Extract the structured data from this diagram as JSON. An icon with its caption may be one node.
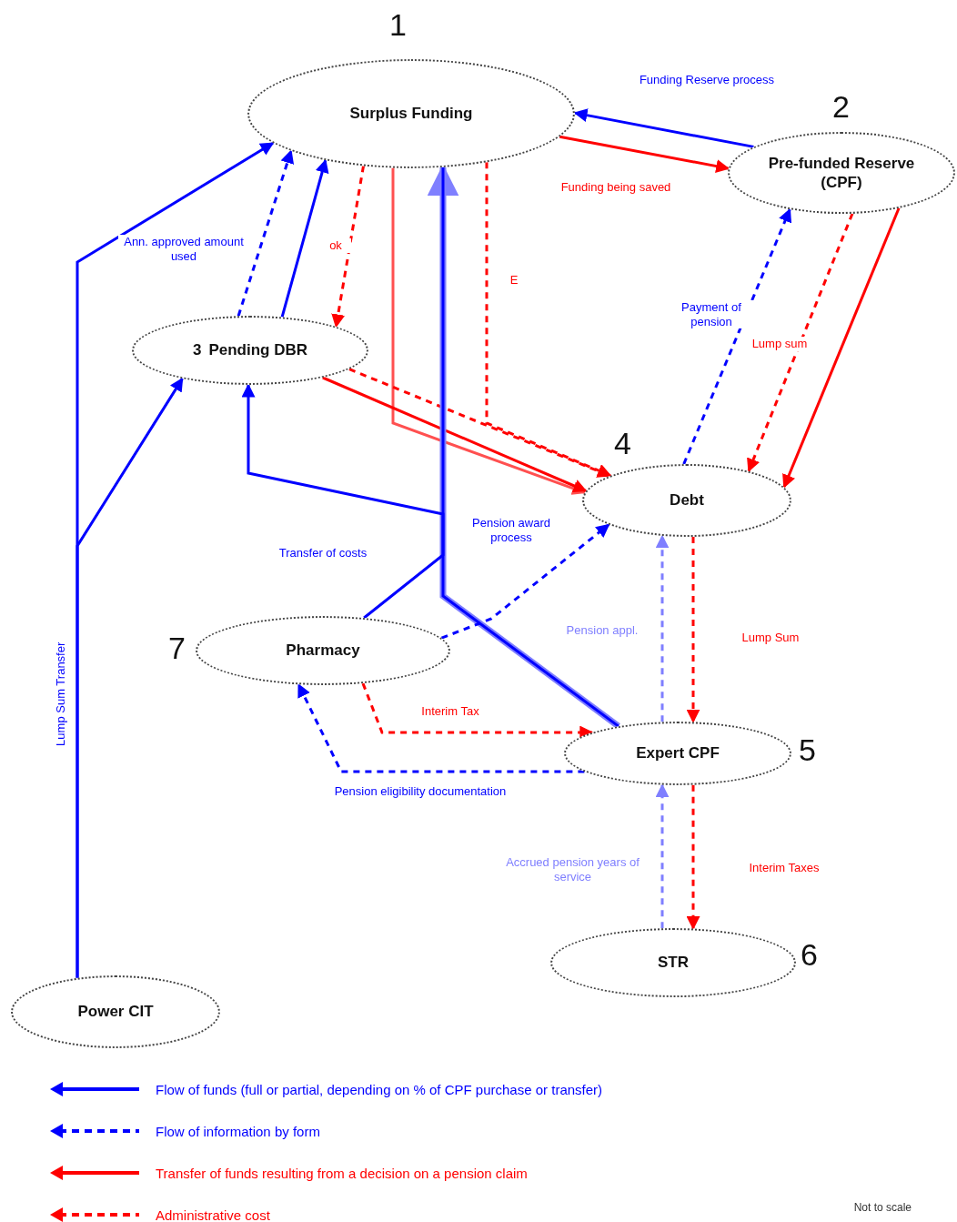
{
  "diagram": {
    "nodes": [
      {
        "text": [
          "Surplus Funding"
        ],
        "beside": [
          "1"
        ]
      },
      {
        "text": [
          "Pre-funded Reserve (CPF)"
        ],
        "beside": [
          "2"
        ]
      },
      {
        "text": [
          "3",
          "Pending DBR"
        ]
      },
      {
        "text": [
          "Debt"
        ],
        "beside": [
          "4"
        ]
      },
      {
        "text": [
          "Pharmacy"
        ],
        "beside": [
          "7"
        ]
      },
      {
        "text": [
          "Expert CPF"
        ],
        "beside": [
          "5"
        ]
      },
      {
        "text": [
          "STR"
        ],
        "beside": [
          "6"
        ]
      },
      {
        "text": [
          "Power CIT"
        ]
      }
    ],
    "edges": [
      {
        "from": 1,
        "to": 0,
        "arrow": "to",
        "label": "Funding Reserve process",
        "color": "#0000ff"
      },
      {
        "from": 0,
        "to": 1,
        "arrow": "to",
        "label": "Funding being saved",
        "color": "#ff0000"
      },
      {
        "from": 7,
        "to": 0,
        "arrow": "to",
        "label": "Lump Sum Transfer",
        "color": "#0000ff"
      },
      {
        "from": 2,
        "to": 0,
        "arrow": "to",
        "label": "Ann. approved amount used",
        "style": "dashed",
        "color": "#0000ff"
      },
      {
        "from": 2,
        "to": 0,
        "arrow": "to",
        "color": "#0000ff"
      },
      {
        "from": 0,
        "to": 2,
        "arrow": "to",
        "label": "ok",
        "style": "dashed",
        "color": "#ff0000"
      },
      {
        "from": 0,
        "to": 3,
        "arrow": "to",
        "color": "#ff5050"
      },
      {
        "from": 2,
        "to": 3,
        "arrow": "to",
        "color": "#ff0000"
      },
      {
        "from": 0,
        "to": 3,
        "arrow": "to",
        "label": "E",
        "style": "dashed",
        "color": "#ff0000"
      },
      {
        "from": 2,
        "to": 3,
        "arrow": "to",
        "style": "dashed",
        "color": "#ff0000"
      },
      {
        "from": 5,
        "to": 0,
        "arrow": "to",
        "style": "thick",
        "color": "#7f7fff"
      },
      {
        "from": 5,
        "to": 2,
        "arrow": "to",
        "color": "#0000ff"
      },
      {
        "from": 4,
        "to": 0,
        "arrow": "none",
        "label": "Transfer of costs",
        "color": "#0000ff"
      },
      {
        "from": 3,
        "to": 1,
        "arrow": "to",
        "label": "Payment of pension",
        "style": "dashed",
        "color": "#0000ff"
      },
      {
        "from": 1,
        "to": 3,
        "arrow": "to",
        "label": "Lump sum",
        "style": "dashed",
        "color": "#ff0000"
      },
      {
        "from": 1,
        "to": 3,
        "arrow": "to",
        "color": "#ff0000"
      },
      {
        "from": 4,
        "to": 3,
        "arrow": "to",
        "label": "Pension award process",
        "style": "dashed",
        "color": "#0000ff"
      },
      {
        "from": 5,
        "to": 3,
        "arrow": "to",
        "label": "Pension appl.",
        "style": "dashed",
        "color": "#7f7fff"
      },
      {
        "from": 3,
        "to": 5,
        "arrow": "to",
        "label": "Lump Sum",
        "style": "dashed",
        "color": "#ff0000"
      },
      {
        "from": 4,
        "to": 5,
        "arrow": "to",
        "label": "Interim Tax",
        "style": "dashed",
        "color": "#ff0000"
      },
      {
        "from": 5,
        "to": 4,
        "arrow": "to",
        "label": "Pension eligibility documentation",
        "style": "dashed",
        "color": "#0000ff"
      },
      {
        "from": 6,
        "to": 5,
        "arrow": "to",
        "label": "Accrued pension years of service",
        "style": "dashed",
        "color": "#7f7fff"
      },
      {
        "from": 5,
        "to": 6,
        "arrow": "to",
        "label": "Interim Taxes",
        "style": "dashed",
        "color": "#ff0000"
      },
      {
        "from": 7,
        "to": 2,
        "arrow": "to",
        "color": "#0000ff"
      }
    ],
    "labels": [
      "Not to scale"
    ],
    "legend": [
      {
        "text": "Flow of funds (full or partial, depending on % of CPF purchase or transfer)"
      },
      {
        "text": "Flow of information by form"
      },
      {
        "text": "Transfer of funds resulting from a decision on a pension claim"
      },
      {
        "text": "Administrative cost"
      }
    ]
  }
}
